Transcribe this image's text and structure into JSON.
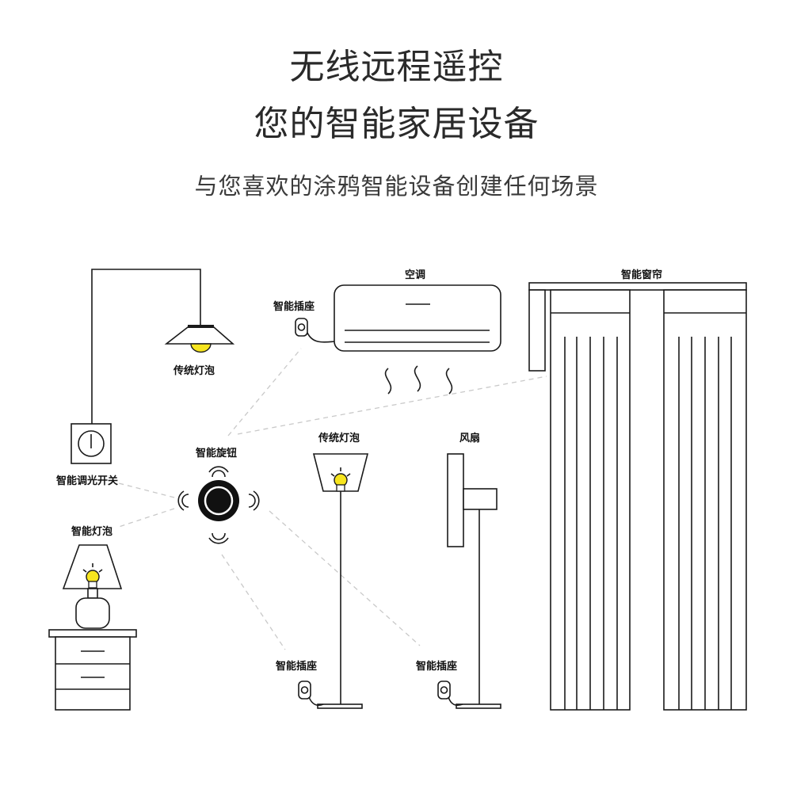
{
  "header": {
    "title_line1": "无线远程遥控",
    "title_line2": "您的智能家居设备",
    "subtitle": "与您喜欢的涂鸦智能设备创建任何场景"
  },
  "labels": {
    "traditional_bulb_pendant": "传统灯泡",
    "smart_plug_ac": "智能插座",
    "air_conditioner": "空调",
    "smart_curtain": "智能窗帘",
    "smart_dimmer_switch": "智能调光开关",
    "smart_knob": "智能旋钮",
    "traditional_bulb_floor": "传统灯泡",
    "fan": "风扇",
    "smart_bulb": "智能灯泡",
    "smart_plug_lamp": "智能插座",
    "smart_plug_fan": "智能插座"
  },
  "colors": {
    "line": "#1a1a1a",
    "bulb_yellow": "#f7e51e",
    "signal_dash": "#c9c9c9"
  }
}
